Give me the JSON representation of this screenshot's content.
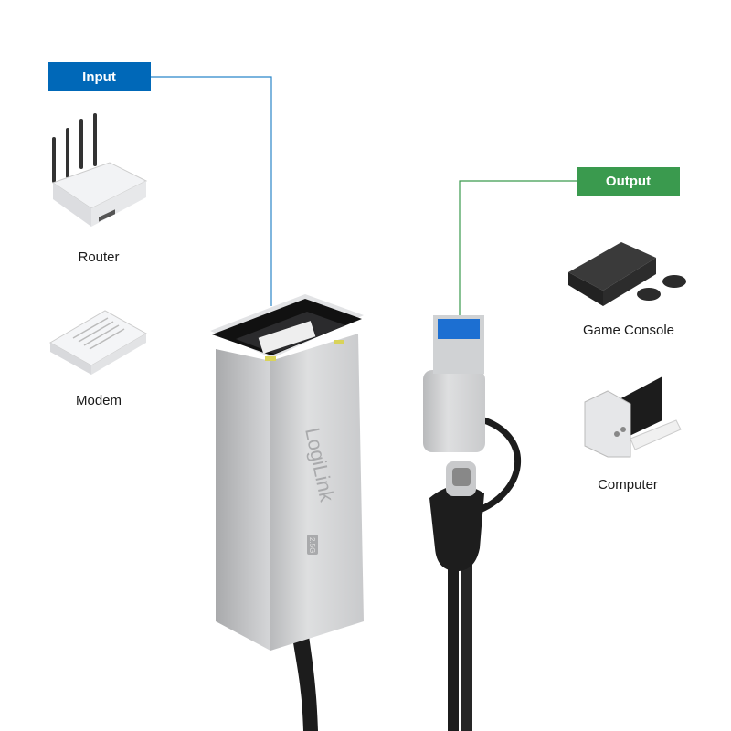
{
  "input_label": "Input",
  "output_label": "Output",
  "input_devices": [
    {
      "label": "Router",
      "icon": "router-icon"
    },
    {
      "label": "Modem",
      "icon": "modem-icon"
    }
  ],
  "output_devices": [
    {
      "label": "Game Console",
      "icon": "game-console-icon"
    },
    {
      "label": "Computer",
      "icon": "computer-icon"
    }
  ],
  "adapter": {
    "brand": "LogiLink",
    "badge": "2.5G"
  },
  "colors": {
    "input": "#0068b8",
    "output": "#3a9a4e"
  }
}
